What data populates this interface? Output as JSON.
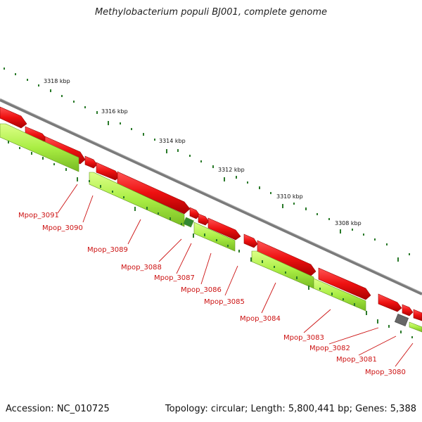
{
  "title": "Methylobacterium populi BJ001, complete genome",
  "footer": {
    "accession": "Accession: NC_010725",
    "stats": "Topology: circular; Length: 5,800,441 bp; Genes: 5,388"
  },
  "scale_labels": [
    "3318 kbp",
    "3316 kbp",
    "3314 kbp",
    "3312 kbp",
    "3310 kbp",
    "3308 kbp"
  ],
  "genes": [
    {
      "name": "Mpop_3091"
    },
    {
      "name": "Mpop_3090"
    },
    {
      "name": "Mpop_3089"
    },
    {
      "name": "Mpop_3088"
    },
    {
      "name": "Mpop_3087"
    },
    {
      "name": "Mpop_3086"
    },
    {
      "name": "Mpop_3085"
    },
    {
      "name": "Mpop_3084"
    },
    {
      "name": "Mpop_3083"
    },
    {
      "name": "Mpop_3082"
    },
    {
      "name": "Mpop_3081"
    },
    {
      "name": "Mpop_3080"
    }
  ],
  "colors": {
    "backbone": "#7a7a7a",
    "gene_red": "#ee1111",
    "gene_green": "#aaee44",
    "gene_dark_green": "#338833",
    "gene_gray": "#666666",
    "tick": "#2a7a2a",
    "label": "#cc1111"
  }
}
